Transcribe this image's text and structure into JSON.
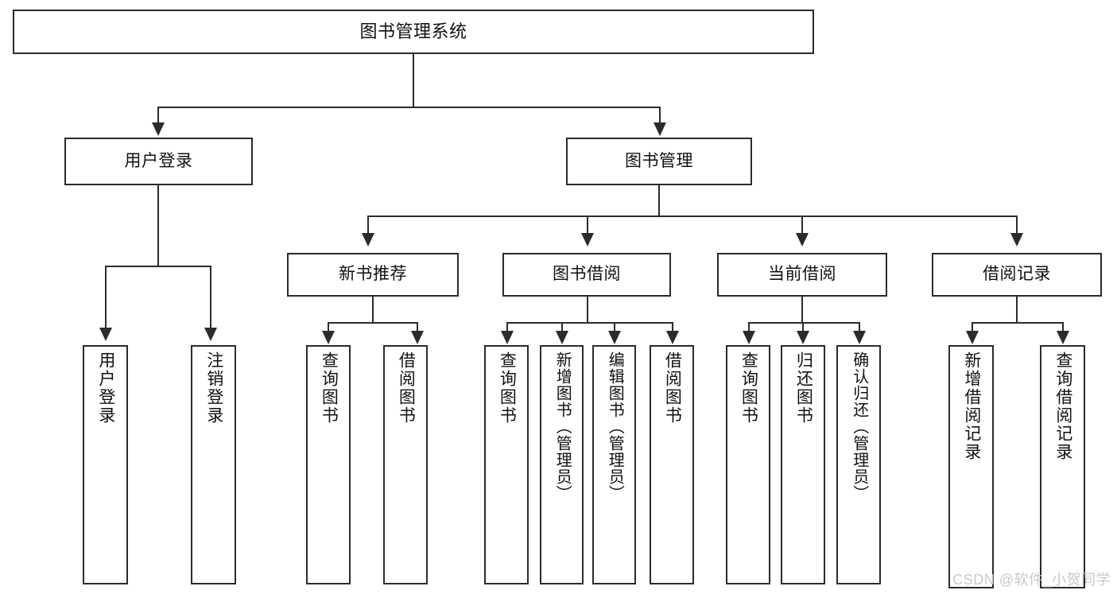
{
  "diagram": {
    "title": "图书管理系统",
    "watermark": "CSDN @软件_小贺同学",
    "colors": {
      "background": "#ffffff",
      "stroke": "#2b2b2b",
      "text": "#111111",
      "watermark": "#c9c9c9"
    },
    "root": {
      "label": "图书管理系统"
    },
    "level1": [
      {
        "label": "用户登录"
      },
      {
        "label": "图书管理"
      }
    ],
    "level2": [
      {
        "label": "新书推荐"
      },
      {
        "label": "图书借阅"
      },
      {
        "label": "当前借阅"
      },
      {
        "label": "借阅记录"
      }
    ],
    "leaves": {
      "user_login": [
        {
          "label": "用户登录"
        },
        {
          "label": "注销登录"
        }
      ],
      "new_book": [
        {
          "label": "查询图书"
        },
        {
          "label": "借阅图书"
        }
      ],
      "borrow_book": [
        {
          "label": "查询图书"
        },
        {
          "label": "新增图书（管理员）"
        },
        {
          "label": "编辑图书（管理员）"
        },
        {
          "label": "借阅图书"
        }
      ],
      "current_borrow": [
        {
          "label": "查询图书"
        },
        {
          "label": "归还图书"
        },
        {
          "label": "确认归还（管理员）"
        }
      ],
      "borrow_record": [
        {
          "label": "新增借阅记录"
        },
        {
          "label": "查询借阅记录"
        }
      ]
    }
  }
}
